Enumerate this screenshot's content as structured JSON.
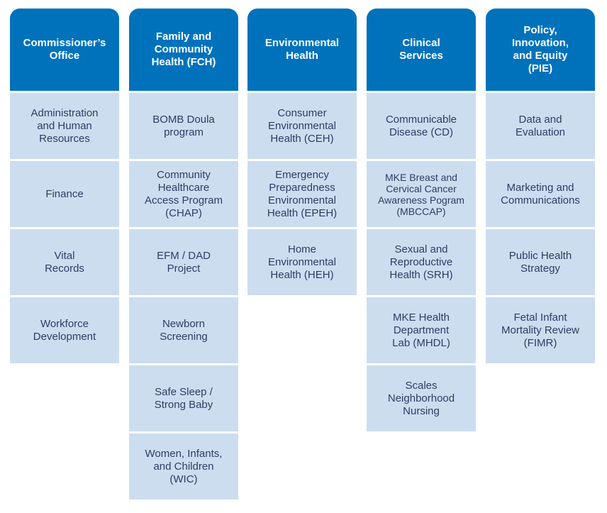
{
  "columns": [
    {
      "header": "Commissioner’s\nOffice",
      "items": [
        "Administration\nand Human\nResources",
        "Finance",
        "Vital\nRecords",
        "Workforce\nDevelopment"
      ]
    },
    {
      "header": "Family and\nCommunity\nHealth (FCH)",
      "items": [
        "BOMB Doula\nprogram",
        "Community\nHealthcare\nAccess Program\n(CHAP)",
        "EFM / DAD\nProject",
        "Newborn\nScreening",
        "Safe Sleep /\nStrong Baby",
        "Women, Infants,\nand Children\n(WIC)"
      ]
    },
    {
      "header": "Environmental\nHealth",
      "items": [
        "Consumer\nEnvironmental\nHealth (CEH)",
        "Emergency\nPreparedness\nEnvironmental\nHealth (EPEH)",
        "Home\nEnvironmental\nHealth (HEH)"
      ]
    },
    {
      "header": "Clinical\nServices",
      "items": [
        "Communicable\nDisease (CD)",
        "MKE Breast and\nCervical Cancer\nAwareness Pogram\n(MBCCAP)",
        "Sexual and\nReproductive\nHealth (SRH)",
        "MKE Health\nDepartment\nLab (MHDL)",
        "Scales\nNeighborhood\nNursing"
      ]
    },
    {
      "header": "Policy,\nInnovation,\nand Equity\n(PIE)",
      "items": [
        "Data and\nEvaluation",
        "Marketing and\nCommunications",
        "Public Health\nStrategy",
        "Fetal Infant\nMortality Review\n(FIMR)"
      ]
    }
  ],
  "colors": {
    "header_bg": "#0072bc",
    "header_text": "#ffffff",
    "item_bg": "#cdddf0",
    "item_text": "#2b3e63"
  }
}
